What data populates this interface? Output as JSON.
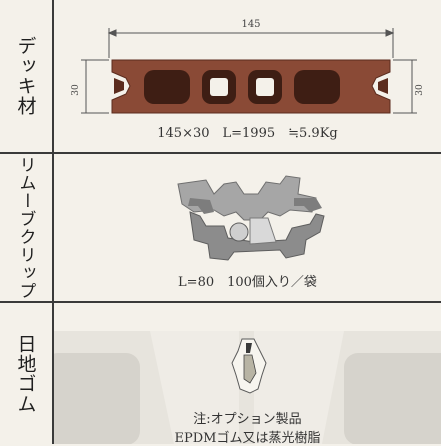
{
  "sections": [
    {
      "id": "deck",
      "label": "デッキ材",
      "caption": "145×30　L=1995　≒5.9Kg",
      "dim_width": "145",
      "dim_height_left": "30",
      "dim_height_right": "30"
    },
    {
      "id": "clip",
      "label": "リムーブクリップ",
      "caption": "L=80　100個入り／袋"
    },
    {
      "id": "rubber",
      "label": "日地ゴム",
      "caption_line1": "注:オプション製品",
      "caption_line2": "EPDMゴム又は蒸光樹脂"
    }
  ],
  "colors": {
    "deck_brown": "#8a4a36",
    "deck_dark": "#4a2418",
    "clip_gray": "#9a9a9a",
    "rubber_bg": "#dcd9d2",
    "divider": "#3a3a3a"
  }
}
